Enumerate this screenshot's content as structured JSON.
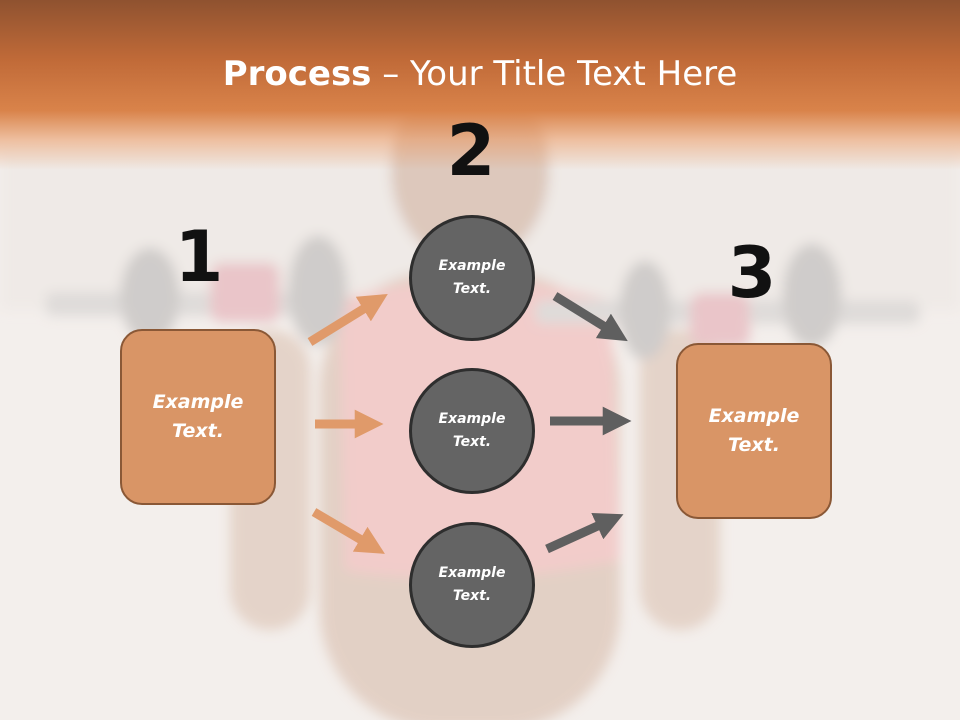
{
  "title": {
    "bold": "Process",
    "rest": " – Your Title Text Here"
  },
  "steps": [
    {
      "number": "1",
      "label": "Example\nText."
    },
    {
      "number": "2",
      "items": [
        "Example\nText.",
        "Example\nText.",
        "Example\nText."
      ]
    },
    {
      "number": "3",
      "label": "Example\nText."
    }
  ],
  "colors": {
    "orange": "#d99566",
    "gray": "#646464",
    "orange_arrow": "#e09a6a",
    "gray_arrow": "#5f5f5f"
  }
}
